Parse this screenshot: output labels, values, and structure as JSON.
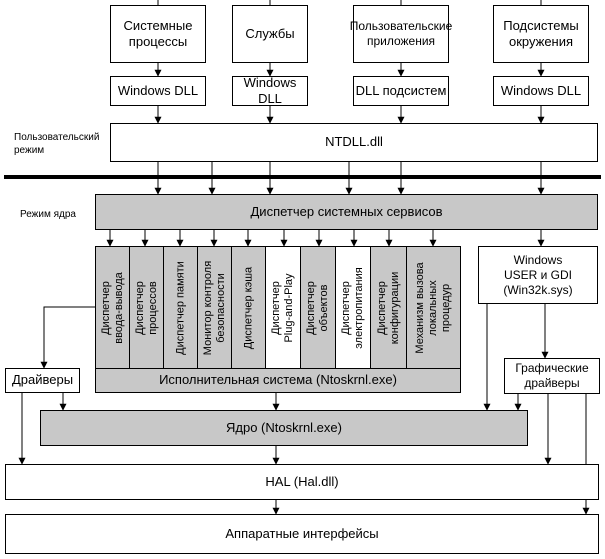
{
  "top_boxes": [
    "Системные\nпроцессы",
    "Службы",
    "Пользовательские\nприложения",
    "Подсистемы\nокружения"
  ],
  "dll_boxes": [
    "Windows DLL",
    "Windows DLL",
    "DLL подсистем",
    "Windows DLL"
  ],
  "user_mode_label": "Пользовательский\nрежим",
  "ntdll": "NTDLL.dll",
  "kernel_mode_label": "Режим ядра",
  "service_dispatcher": "Диспетчер системных сервисов",
  "executive_components": [
    "Диспетчер\nввода-вывода",
    "Диспетчер\nпроцессов",
    "Диспетчер памяти",
    "Монитор контроля\nбезопасности",
    "Диспетчер кэша",
    "Диспетчер\nPlug-and-Play",
    "Диспетчер\nобъектов",
    "Диспетчер\nэлектропитания",
    "Диспетчер\nконфигурации",
    "Механизм вызова\nлокальных\nпроцедур"
  ],
  "executive": "Исполнительная система (Ntoskrnl.exe)",
  "win32k": "Windows\nUSER и GDI\n(Win32k.sys)",
  "drivers": "Драйверы",
  "graphics_drivers": "Графические\nдрайверы",
  "kernel": "Ядро (Ntoskrnl.exe)",
  "hal": "HAL (Hal.dll)",
  "hardware": "Аппаратные интерфейсы"
}
